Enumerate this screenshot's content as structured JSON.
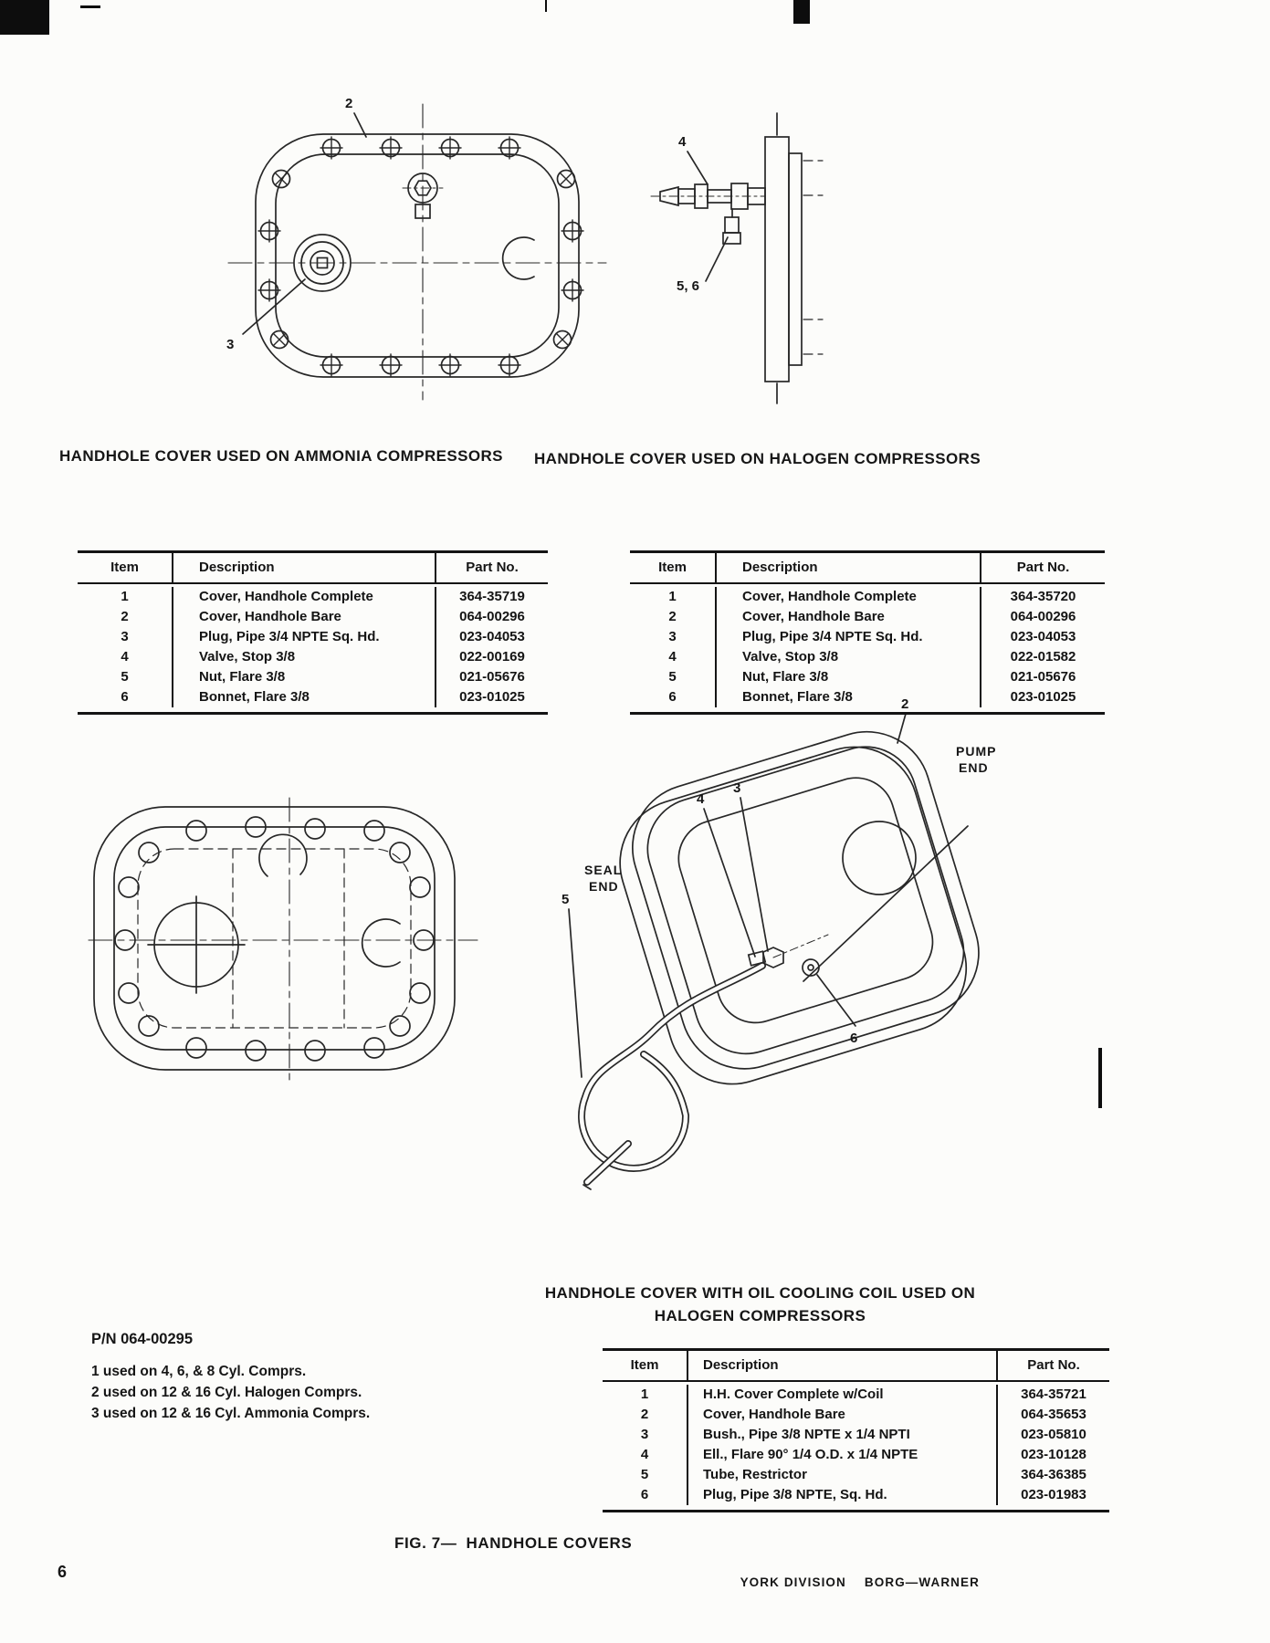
{
  "titles": {
    "ammonia": "HANDHOLE COVER USED ON AMMONIA COMPRESSORS",
    "halogen": "HANDHOLE COVER USED ON HALOGEN COMPRESSORS",
    "oil_line1": "HANDHOLE COVER WITH OIL COOLING COIL USED ON",
    "oil_line2": "HALOGEN COMPRESSORS"
  },
  "tables": {
    "columns": [
      "Item",
      "Description",
      "Part No."
    ],
    "ammonia": {
      "rows": [
        {
          "item": "1",
          "description": "Cover, Handhole Complete",
          "part_no": "364-35719"
        },
        {
          "item": "2",
          "description": "Cover, Handhole Bare",
          "part_no": "064-00296"
        },
        {
          "item": "3",
          "description": "Plug, Pipe 3/4 NPTE Sq. Hd.",
          "part_no": "023-04053"
        },
        {
          "item": "4",
          "description": "Valve, Stop 3/8",
          "part_no": "022-00169"
        },
        {
          "item": "5",
          "description": "Nut, Flare 3/8",
          "part_no": "021-05676"
        },
        {
          "item": "6",
          "description": "Bonnet, Flare 3/8",
          "part_no": "023-01025"
        }
      ]
    },
    "halogen": {
      "rows": [
        {
          "item": "1",
          "description": "Cover, Handhole Complete",
          "part_no": "364-35720"
        },
        {
          "item": "2",
          "description": "Cover, Handhole Bare",
          "part_no": "064-00296"
        },
        {
          "item": "3",
          "description": "Plug, Pipe 3/4 NPTE Sq. Hd.",
          "part_no": "023-04053"
        },
        {
          "item": "4",
          "description": "Valve, Stop 3/8",
          "part_no": "022-01582"
        },
        {
          "item": "5",
          "description": "Nut, Flare 3/8",
          "part_no": "021-05676"
        },
        {
          "item": "6",
          "description": "Bonnet, Flare 3/8",
          "part_no": "023-01025"
        }
      ]
    },
    "oil": {
      "rows": [
        {
          "item": "1",
          "description": "H.H. Cover Complete w/Coil",
          "part_no": "364-35721"
        },
        {
          "item": "2",
          "description": "Cover, Handhole Bare",
          "part_no": "064-35653"
        },
        {
          "item": "3",
          "description": "Bush., Pipe 3/8 NPTE x 1/4 NPTI",
          "part_no": "023-05810"
        },
        {
          "item": "4",
          "description": "Ell.,  Flare 90° 1/4 O.D. x 1/4 NPTE",
          "part_no": "023-10128"
        },
        {
          "item": "5",
          "description": "Tube, Restrictor",
          "part_no": "364-36385"
        },
        {
          "item": "6",
          "description": "Plug, Pipe 3/8 NPTE, Sq. Hd.",
          "part_no": "023-01983"
        }
      ]
    }
  },
  "notes": {
    "part_number": "P/N 064-00295",
    "lines": [
      {
        "text": "1 used on 4, 6, & 8 Cyl. Comprs."
      },
      {
        "text": "2 used on 12 & 16 Cyl. Halogen Comprs."
      },
      {
        "text": "3 used on 12 & 16 Cyl. Ammonia Comprs."
      }
    ]
  },
  "drawings": {
    "face_view": {
      "callout_2": "2",
      "callout_3": "3"
    },
    "side_view": {
      "callout_4": "4",
      "callout_56": "5, 6"
    },
    "perspective": {
      "callout_2": "2",
      "callout_3": "3",
      "callout_4": "4",
      "callout_5": "5",
      "callout_6": "6",
      "pump_line1": "PUMP",
      "pump_line2": "END",
      "seal_line1": "SEAL",
      "seal_line2": "END"
    }
  },
  "footer": {
    "fig_label": "FIG. 7—",
    "fig_title": "HANDHOLE COVERS",
    "page_number": "6",
    "company_1": "YORK DIVISION",
    "company_2": "BORG—WARNER"
  }
}
